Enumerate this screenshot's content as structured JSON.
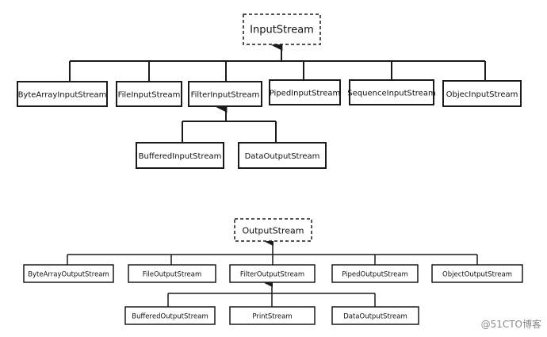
{
  "input_tree": {
    "root": "InputStream",
    "children": [
      "ByteArrayInputStream",
      "FileInputStream",
      "FilterInputStream",
      "PipedInputStream",
      "SequenceInputStream",
      "ObjecInputStream"
    ],
    "filter_children": [
      "BufferedInputStream",
      "DataOutputStream"
    ]
  },
  "output_tree": {
    "root": "OutputStream",
    "children": [
      "ByteArrayOutputStream",
      "FileOutputStream",
      "FilterOutputStream",
      "PipedOutputStream",
      "ObjectOutputStream"
    ],
    "filter_children": [
      "BufferedOutputStream",
      "PrintStream",
      "DataOutputStream"
    ]
  },
  "watermark": "@51CTO博客",
  "colors": {
    "line": "#1a1a1a",
    "box_border": "#1a1a1a",
    "text": "#111111",
    "watermark": "#8a8a8a"
  }
}
